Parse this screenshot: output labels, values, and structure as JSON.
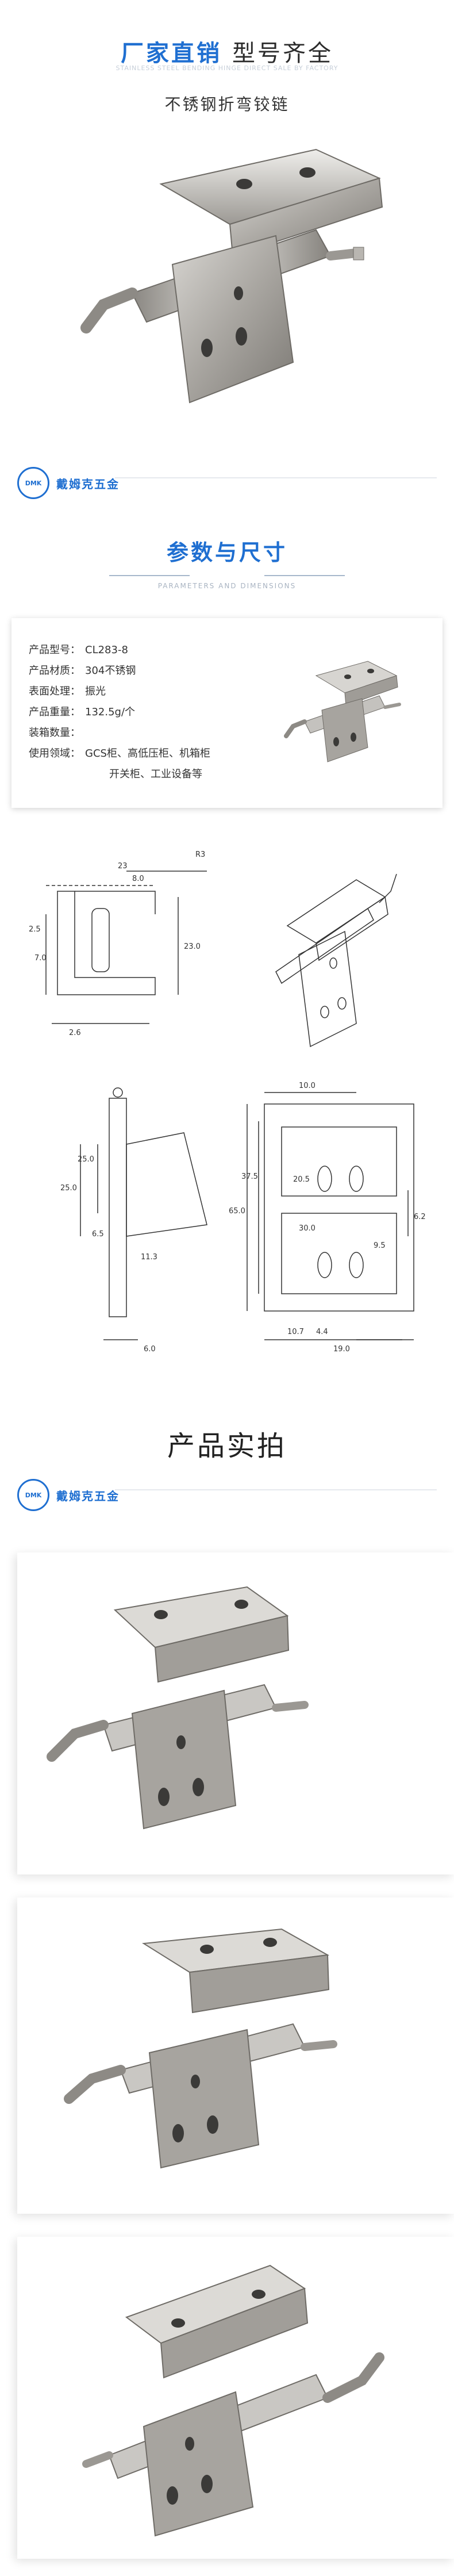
{
  "hero": {
    "title_accent": "厂家直销",
    "title_main": "型号齐全",
    "subtitle_en": "STAINLESS STEEL BENDING HINGE DIRECT SALE BY FACTORY",
    "subtitle": "不锈钢折弯铰链"
  },
  "brand": {
    "logo_text": "DMK",
    "name": "戴姆克五金"
  },
  "params": {
    "title": "参数与尺寸",
    "subtitle_en": "PARAMETERS AND DIMENSIONS"
  },
  "specs": [
    {
      "label": "产品型号：",
      "value": "CL283-8"
    },
    {
      "label": "产品材质：",
      "value": "304不锈钢"
    },
    {
      "label": "表面处理：",
      "value": "振光"
    },
    {
      "label": "产品重量：",
      "value": "132.5g/个"
    },
    {
      "label": "装箱数量：",
      "value": ""
    },
    {
      "label": "使用领域：",
      "value": "GCS柜、高低压柜、机箱柜"
    }
  ],
  "spec_extra": "开关柜、工业设备等",
  "drawing": {
    "dims_top": [
      "23",
      "8.0",
      "2.5",
      "23.0",
      "7.0",
      "2.6",
      "R3"
    ],
    "dims_bottom": [
      "10.0",
      "65.0",
      "37.5",
      "25.0",
      "20.5",
      "30.0",
      "6.2",
      "9.5",
      "6.0",
      "10.7",
      "4.4",
      "19.0",
      "11.3",
      "25.0",
      "6.5"
    ]
  },
  "photos": {
    "title": "产品实拍"
  }
}
